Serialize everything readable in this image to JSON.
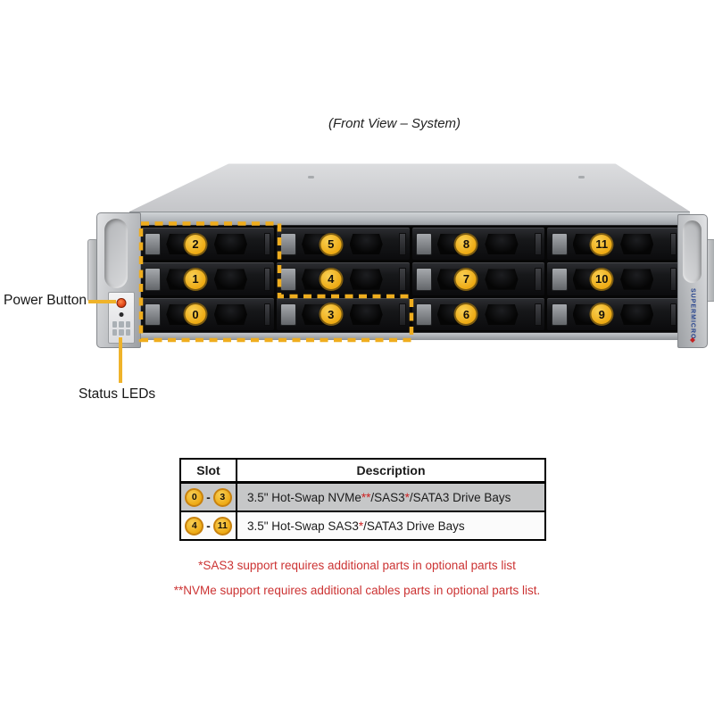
{
  "title": "(Front View – System)",
  "callouts": {
    "power_button": "Power Button",
    "status_leds": "Status LEDs"
  },
  "chassis": {
    "brand": "SUPERMICRO",
    "rows": [
      [
        "2",
        "5",
        "8",
        "11"
      ],
      [
        "1",
        "4",
        "7",
        "10"
      ],
      [
        "0",
        "3",
        "6",
        "9"
      ]
    ],
    "highlighted_slots": "0-3"
  },
  "table": {
    "headers": [
      "Slot",
      "Description"
    ],
    "rows": [
      {
        "slot_start": "0",
        "slot_sep": "-",
        "slot_end": "3",
        "desc": [
          "3.5\" Hot-Swap NVMe",
          "**",
          "/SAS3",
          "*",
          "/SATA3 Drive Bays"
        ]
      },
      {
        "slot_start": "4",
        "slot_sep": "-",
        "slot_end": "11",
        "desc": [
          "3.5\" Hot-Swap SAS3",
          "*",
          "/SATA3 Drive Bays"
        ]
      }
    ]
  },
  "footnotes": [
    "*SAS3 support requires additional parts in optional parts list",
    "**NVMe support requires additional cables parts in optional parts list."
  ],
  "colors": {
    "accent_gold": "#EFAD1E",
    "footnote_red": "#CC3333",
    "brand_blue": "#23418C",
    "power_button_orange": "#E0481E"
  }
}
